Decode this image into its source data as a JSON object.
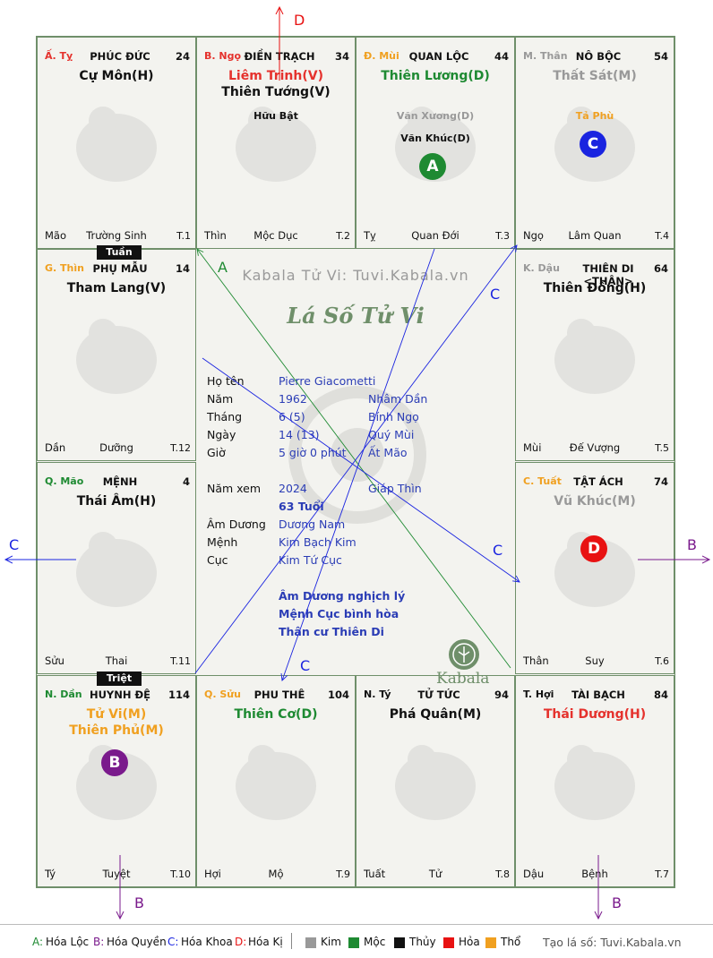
{
  "chart": {
    "palaces": [
      {
        "id": "ty-snake",
        "can": "Ấ. Tỵ",
        "can_color": "#e5322d",
        "name": "PHÚC ĐỨC",
        "num": "24",
        "stars": [
          {
            "t": "Cự Môn(H)",
            "c": "#111111"
          }
        ],
        "minors": [],
        "bl": "Mão",
        "bc": "Trường Sinh",
        "br": "T.1"
      },
      {
        "id": "ngo-horse",
        "can": "B. Ngọ",
        "can_color": "#e5322d",
        "name": "ĐIỀN TRẠCH",
        "num": "34",
        "stars": [
          {
            "t": "Liêm Trinh(V)",
            "c": "#e5322d"
          },
          {
            "t": "Thiên Tướng(V)",
            "c": "#111111"
          }
        ],
        "minors": [
          {
            "t": "Hữu Bật",
            "c": "#111111"
          }
        ],
        "bl": "Thìn",
        "bc": "Mộc Dục",
        "br": "T.2"
      },
      {
        "id": "mui-goat",
        "can": "Đ. Mùi",
        "can_color": "#f0a020",
        "name": "QUAN LỘC",
        "num": "44",
        "stars": [
          {
            "t": "Thiên Lương(D)",
            "c": "#1e8a32"
          }
        ],
        "minors": [
          {
            "t": "Văn Xương(D)",
            "c": "#999999"
          },
          {
            "t": "Văn Khúc(D)",
            "c": "#111111"
          }
        ],
        "bl": "Tỵ",
        "bc": "Quan Đới",
        "br": "T.3"
      },
      {
        "id": "than-monkey",
        "can": "M. Thân",
        "can_color": "#999999",
        "name": "NÔ BỘC",
        "num": "54",
        "stars": [
          {
            "t": "Thất Sát(M)",
            "c": "#999999"
          }
        ],
        "minors": [
          {
            "t": "Tả Phù",
            "c": "#f0a020"
          }
        ],
        "bl": "Ngọ",
        "bc": "Lâm Quan",
        "br": "T.4"
      },
      {
        "id": "thin-dragon",
        "can": "G. Thìn",
        "can_color": "#f0a020",
        "name": "PHỤ MẪU",
        "num": "14",
        "stars": [
          {
            "t": "Tham Lang(V)",
            "c": "#111111"
          }
        ],
        "minors": [],
        "bl": "Dần",
        "bc": "Dưỡng",
        "br": "T.12"
      },
      {
        "id": "dau-rooster",
        "can": "K. Dậu",
        "can_color": "#999999",
        "name": "THIÊN DI <THÂN>",
        "num": "64",
        "stars": [
          {
            "t": "Thiên Đồng(H)",
            "c": "#111111"
          }
        ],
        "minors": [],
        "bl": "Mùi",
        "bc": "Đế Vượng",
        "br": "T.5"
      },
      {
        "id": "mao-cat",
        "can": "Q. Mão",
        "can_color": "#1e8a32",
        "name": "MỆNH",
        "num": "4",
        "stars": [
          {
            "t": "Thái Âm(H)",
            "c": "#111111"
          }
        ],
        "minors": [],
        "bl": "Sửu",
        "bc": "Thai",
        "br": "T.11"
      },
      {
        "id": "tuat-dog",
        "can": "C. Tuất",
        "can_color": "#f0a020",
        "name": "TẬT ÁCH",
        "num": "74",
        "stars": [
          {
            "t": "Vũ Khúc(M)",
            "c": "#999999"
          }
        ],
        "minors": [],
        "bl": "Thân",
        "bc": "Suy",
        "br": "T.6"
      },
      {
        "id": "dan-tiger",
        "can": "N. Dần",
        "can_color": "#1e8a32",
        "name": "HUYNH ĐỆ",
        "num": "114",
        "stars": [
          {
            "t": "Tử Vi(M)",
            "c": "#f0a020"
          },
          {
            "t": "Thiên Phủ(M)",
            "c": "#f0a020"
          }
        ],
        "minors": [],
        "bl": "Tý",
        "bc": "Tuyệt",
        "br": "T.10"
      },
      {
        "id": "suu-ox",
        "can": "Q. Sửu",
        "can_color": "#f0a020",
        "name": "PHU THÊ",
        "num": "104",
        "stars": [
          {
            "t": "Thiên Cơ(D)",
            "c": "#1e8a32"
          }
        ],
        "minors": [],
        "bl": "Hợi",
        "bc": "Mộ",
        "br": "T.9"
      },
      {
        "id": "ty-rat",
        "can": "N. Tý",
        "can_color": "#111111",
        "name": "TỬ TỨC",
        "num": "94",
        "stars": [
          {
            "t": "Phá Quân(M)",
            "c": "#111111"
          }
        ],
        "minors": [],
        "bl": "Tuất",
        "bc": "Tử",
        "br": "T.8"
      },
      {
        "id": "hoi-pig",
        "can": "T. Hợi",
        "can_color": "#111111",
        "name": "TÀI BẠCH",
        "num": "84",
        "stars": [
          {
            "t": "Thái Dương(H)",
            "c": "#e5322d"
          }
        ],
        "minors": [],
        "bl": "Dậu",
        "bc": "Bệnh",
        "br": "T.7"
      }
    ],
    "badges": [
      {
        "id": "A",
        "label": "A",
        "color": "#1e8a32"
      },
      {
        "id": "B",
        "label": "B",
        "color": "#7a1a8c"
      },
      {
        "id": "C",
        "label": "C",
        "color": "#1a24e0"
      },
      {
        "id": "D",
        "label": "D",
        "color": "#e81212"
      }
    ],
    "tags": {
      "tuan": "Tuần",
      "triet": "Triệt"
    },
    "center": {
      "watermark_text": "Kabala Tử Vi: Tuvi.Kabala.vn",
      "title": "Lá Số Tử Vi",
      "brand": "Kabala",
      "rows": [
        {
          "label": "Họ tên",
          "v1": "Pierre Giacometti",
          "v2": ""
        },
        {
          "label": "Năm",
          "v1": "1962",
          "v2": "Nhâm Dần"
        },
        {
          "label": "Tháng",
          "v1": "6  (5)",
          "v2": "Bính Ngọ"
        },
        {
          "label": "Ngày",
          "v1": "14  (13)",
          "v2": "Quý Mùi"
        },
        {
          "label": "Giờ",
          "v1": "5 giờ 0 phút",
          "v2": "Ất Mão"
        }
      ],
      "year_view": {
        "label": "Năm xem",
        "v1": "2024",
        "v2": "Giáp Thìn"
      },
      "age": "63 Tuổi",
      "rows2": [
        {
          "label": "Âm Dương",
          "v1": "Dương Nam"
        },
        {
          "label": "Mệnh",
          "v1": "Kim Bạch Kim"
        },
        {
          "label": "Cục",
          "v1": "Kim Tứ Cục"
        }
      ],
      "notes": [
        "Âm Dương nghịch lý",
        "Mệnh Cục bình hòa",
        "Thân cư Thiên Di"
      ]
    },
    "arrow_labels": {
      "D_top": "D",
      "C_left": "C",
      "B_right": "B",
      "B_bot_left": "B",
      "B_bot_right": "B",
      "A": "A",
      "C1": "C",
      "C2": "C",
      "C3": "C"
    },
    "colors": {
      "A": "#1e8a32",
      "B": "#7a1a8c",
      "C": "#1a24e0",
      "D": "#e81212"
    }
  },
  "legend": {
    "items": [
      {
        "key": "A:",
        "text": "Hóa Lộc",
        "color": "#1e8a32"
      },
      {
        "key": "B:",
        "text": "Hóa Quyền",
        "color": "#7a1a8c"
      },
      {
        "key": "C:",
        "text": "Hóa Khoa",
        "color": "#1a24e0"
      },
      {
        "key": "D:",
        "text": "Hóa Kị",
        "color": "#e81212"
      }
    ],
    "elements": [
      {
        "text": "Kim",
        "color": "#999999"
      },
      {
        "text": "Mộc",
        "color": "#1e8a32"
      },
      {
        "text": "Thủy",
        "color": "#111111"
      },
      {
        "text": "Hỏa",
        "color": "#e81212"
      },
      {
        "text": "Thổ",
        "color": "#f0a020"
      }
    ],
    "site": "Tạo lá số: Tuvi.Kabala.vn"
  }
}
